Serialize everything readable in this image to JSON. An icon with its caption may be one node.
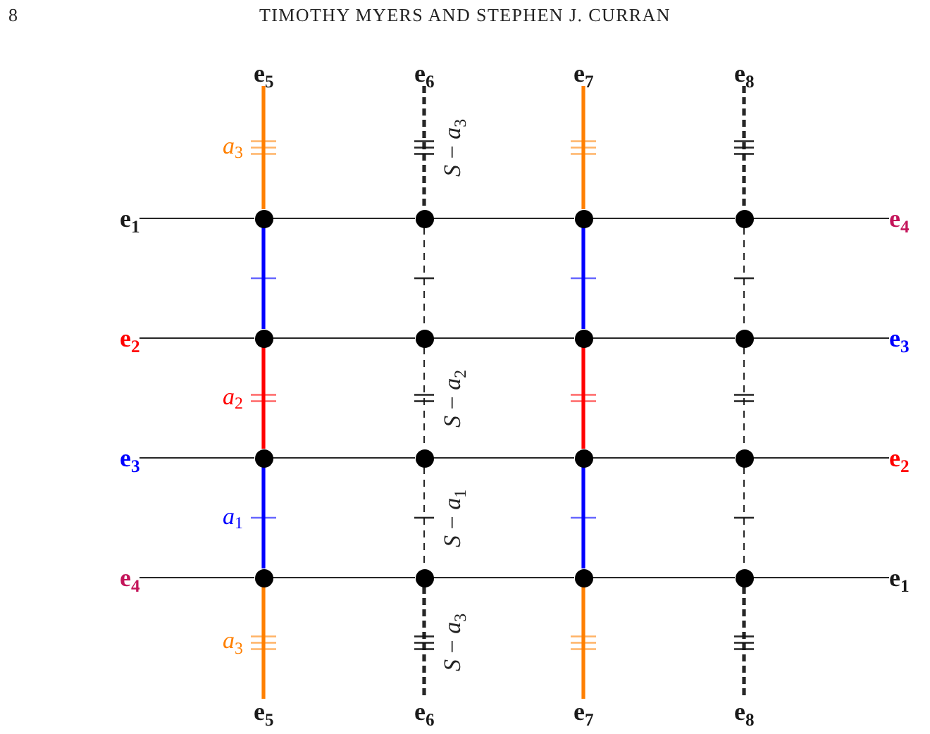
{
  "diagram": {
    "nodes": [
      {
        "text": [
          "e$_{5}$"
        ]
      },
      {
        "text": [
          "e$_{6}$"
        ]
      },
      {
        "text": [
          "e$_{7}$"
        ]
      },
      {
        "text": [
          "e$_{8}$"
        ]
      },
      {
        "text": [
          "e$_{1}$"
        ]
      },
      {
        "text": [],
        "shape": "circle"
      },
      {
        "text": [],
        "shape": "circle"
      },
      {
        "text": [],
        "shape": "circle"
      },
      {
        "text": [],
        "shape": "circle"
      },
      {
        "text": [
          "e$_{4}$"
        ]
      },
      {
        "text": [
          "e$_{2}$"
        ]
      },
      {
        "text": [],
        "shape": "circle"
      },
      {
        "text": [],
        "shape": "circle"
      },
      {
        "text": [],
        "shape": "circle"
      },
      {
        "text": [],
        "shape": "circle"
      },
      {
        "text": [
          "e$_{3}$"
        ]
      },
      {
        "text": [
          "e$_{3}$"
        ]
      },
      {
        "text": [],
        "shape": "circle"
      },
      {
        "text": [],
        "shape": "circle"
      },
      {
        "text": [],
        "shape": "circle"
      },
      {
        "text": [],
        "shape": "circle"
      },
      {
        "text": [
          "e$_{2}$"
        ]
      },
      {
        "text": [
          "e$_{4}$"
        ]
      },
      {
        "text": [],
        "shape": "circle"
      },
      {
        "text": [],
        "shape": "circle"
      },
      {
        "text": [],
        "shape": "circle"
      },
      {
        "text": [],
        "shape": "circle"
      },
      {
        "text": [
          "e$_{1}$"
        ]
      },
      {
        "text": [
          "e$_{5}$"
        ]
      },
      {
        "text": [
          "e$_{6}$"
        ]
      },
      {
        "text": [
          "e$_{7}$"
        ]
      },
      {
        "text": [
          "e$_{8}$"
        ]
      }
    ],
    "edges": [
      {
        "from": 4,
        "to": 5,
        "arrow": "none"
      },
      {
        "from": 5,
        "to": 6,
        "arrow": "none"
      },
      {
        "from": 6,
        "to": 7,
        "arrow": "none"
      },
      {
        "from": 7,
        "to": 8,
        "arrow": "none"
      },
      {
        "from": 8,
        "to": 9,
        "arrow": "none"
      },
      {
        "from": 10,
        "to": 11,
        "arrow": "none"
      },
      {
        "from": 11,
        "to": 12,
        "arrow": "none"
      },
      {
        "from": 12,
        "to": 13,
        "arrow": "none"
      },
      {
        "from": 13,
        "to": 14,
        "arrow": "none"
      },
      {
        "from": 14,
        "to": 15,
        "arrow": "none"
      },
      {
        "from": 16,
        "to": 17,
        "arrow": "none"
      },
      {
        "from": 17,
        "to": 18,
        "arrow": "none"
      },
      {
        "from": 18,
        "to": 19,
        "arrow": "none"
      },
      {
        "from": 19,
        "to": 20,
        "arrow": "none"
      },
      {
        "from": 20,
        "to": 21,
        "arrow": "none"
      },
      {
        "from": 22,
        "to": 23,
        "arrow": "none"
      },
      {
        "from": 23,
        "to": 24,
        "arrow": "none"
      },
      {
        "from": 24,
        "to": 25,
        "arrow": "none"
      },
      {
        "from": 25,
        "to": 26,
        "arrow": "none"
      },
      {
        "from": 26,
        "to": 27,
        "arrow": "none"
      },
      {
        "from": 0,
        "to": 5,
        "arrow": "none",
        "label": "*a*$_{3}$",
        "style": "thick",
        "color": "#ff8000"
      },
      {
        "from": 5,
        "to": 11,
        "arrow": "none",
        "style": "thick",
        "color": "#0000ff"
      },
      {
        "from": 11,
        "to": 17,
        "arrow": "none",
        "label": "*a*$_{2}$",
        "style": "thick",
        "color": "#ff0000"
      },
      {
        "from": 17,
        "to": 23,
        "arrow": "none",
        "label": "*a*$_{1}$",
        "style": "thick",
        "color": "#0000ff"
      },
      {
        "from": 23,
        "to": 28,
        "arrow": "none",
        "label": "*a*$_{3}$",
        "style": "thick",
        "color": "#ff8000"
      },
      {
        "from": 1,
        "to": 6,
        "arrow": "none",
        "label": "*S* − *a*$_{3}$",
        "style": "dashed"
      },
      {
        "from": 6,
        "to": 12,
        "arrow": "none",
        "style": "dashed"
      },
      {
        "from": 12,
        "to": 18,
        "arrow": "none",
        "label": "*S* − *a*$_{2}$",
        "style": "dashed"
      },
      {
        "from": 18,
        "to": 24,
        "arrow": "none",
        "label": "*S* − *a*$_{1}$",
        "style": "dashed"
      },
      {
        "from": 24,
        "to": 29,
        "arrow": "none",
        "label": "*S* − *a*$_{3}$",
        "style": "dashed"
      },
      {
        "from": 2,
        "to": 7,
        "arrow": "none",
        "style": "thick",
        "color": "#ff8000"
      },
      {
        "from": 7,
        "to": 13,
        "arrow": "none",
        "style": "thick",
        "color": "#0000ff"
      },
      {
        "from": 13,
        "to": 19,
        "arrow": "none",
        "style": "thick",
        "color": "#ff0000"
      },
      {
        "from": 19,
        "to": 25,
        "arrow": "none",
        "style": "thick",
        "color": "#0000ff"
      },
      {
        "from": 25,
        "to": 30,
        "arrow": "none",
        "style": "thick",
        "color": "#ff8000"
      },
      {
        "from": 3,
        "to": 8,
        "arrow": "none",
        "style": "dashed"
      },
      {
        "from": 8,
        "to": 14,
        "arrow": "none",
        "style": "dashed"
      },
      {
        "from": 14,
        "to": 20,
        "arrow": "none",
        "style": "dashed"
      },
      {
        "from": 20,
        "to": 26,
        "arrow": "none",
        "style": "dashed"
      },
      {
        "from": 26,
        "to": 31,
        "arrow": "none",
        "style": "dashed"
      }
    ],
    "labels": [
      "8",
      "TIMOTHY MYERS AND STEPHEN J. CURRAN"
    ]
  }
}
